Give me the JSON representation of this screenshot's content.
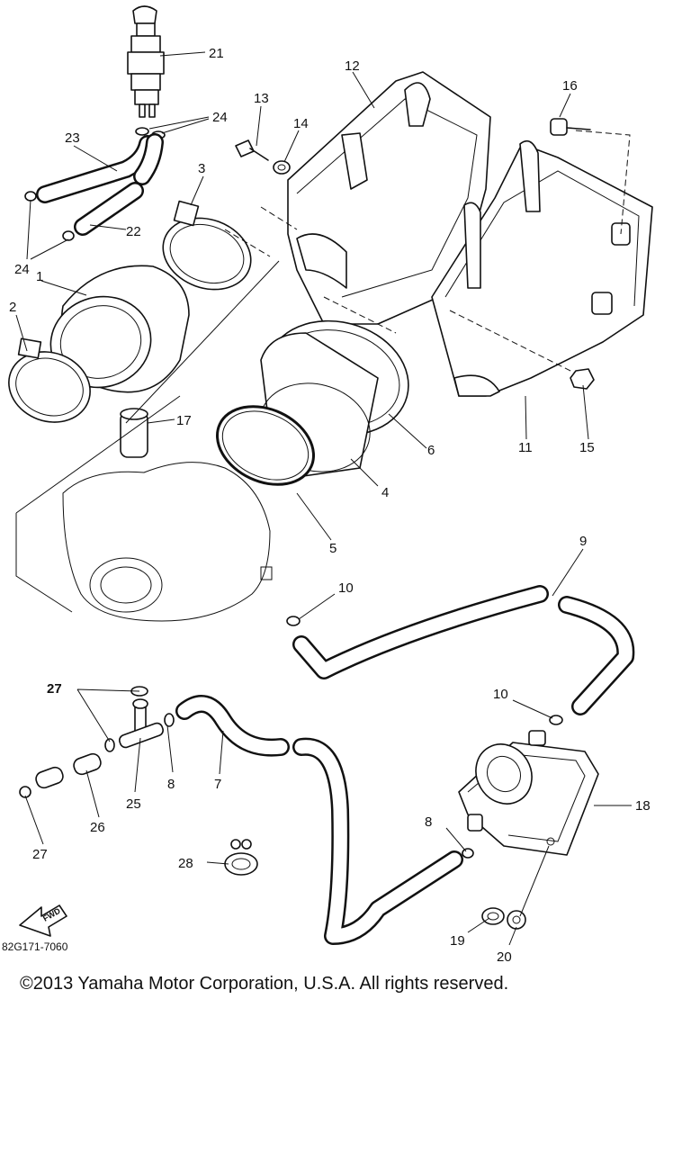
{
  "diagram": {
    "callouts": {
      "c1": "1",
      "c2": "2",
      "c3": "3",
      "c4": "4",
      "c5": "5",
      "c6": "6",
      "c7": "7",
      "c8a": "8",
      "c8b": "8",
      "c9": "9",
      "c10a": "10",
      "c10b": "10",
      "c11": "11",
      "c12": "12",
      "c13": "13",
      "c14": "14",
      "c15": "15",
      "c16": "16",
      "c17": "17",
      "c18": "18",
      "c19": "19",
      "c20": "20",
      "c21": "21",
      "c22": "22",
      "c23": "23",
      "c24a": "24",
      "c24b": "24",
      "c25": "25",
      "c26": "26",
      "c27a": "27",
      "c27b": "27",
      "c28": "28"
    },
    "drawing_code": "82G171-7060",
    "fwd_label": "FWD",
    "copyright": "©2013 Yamaha Motor Corporation, U.S.A. All rights reserved."
  }
}
